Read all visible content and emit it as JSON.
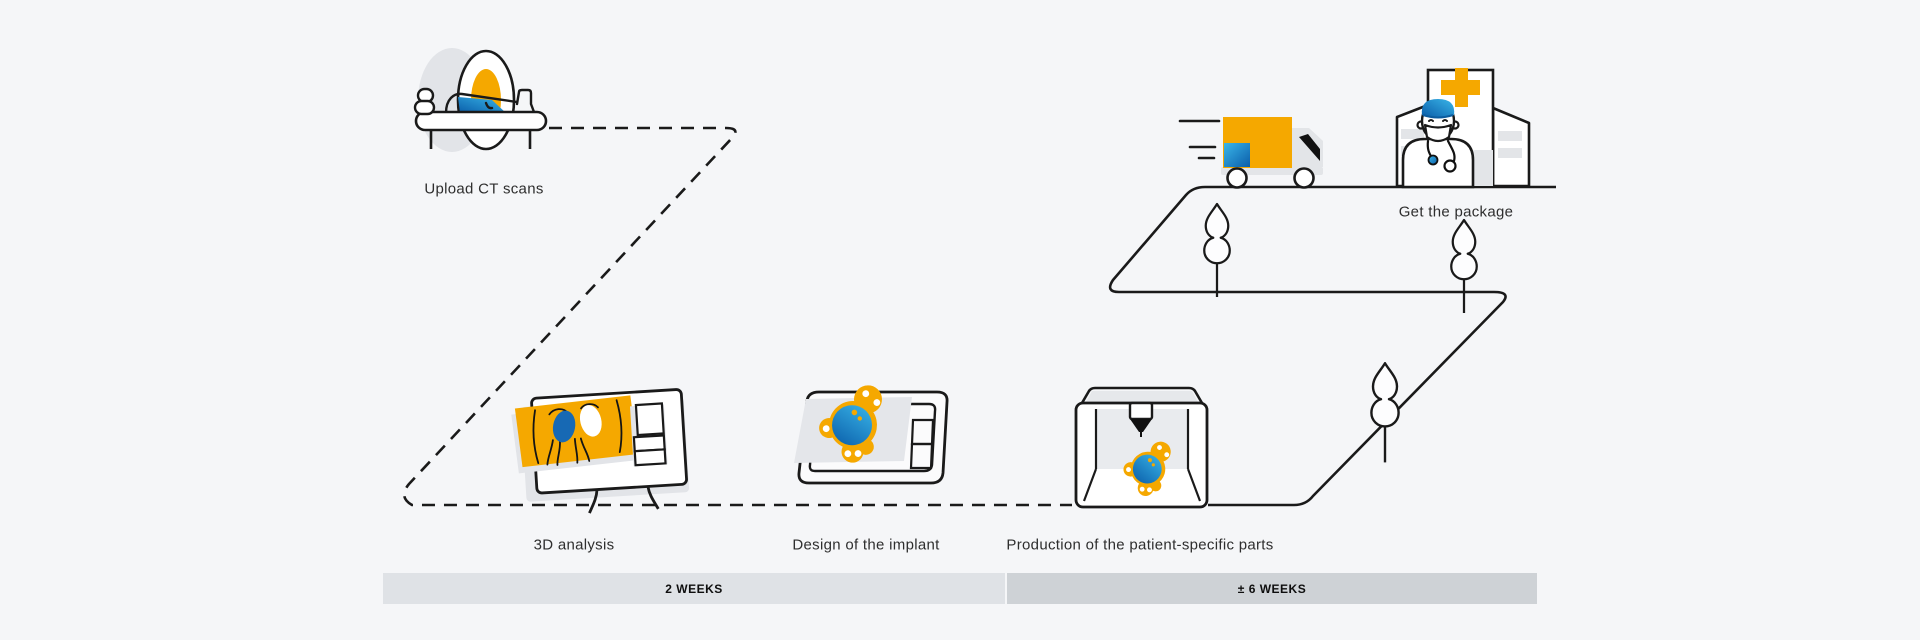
{
  "page": {
    "background": "#F5F6F8"
  },
  "steps": [
    {
      "label": "Upload CT scans",
      "icon": "ct-scanner-icon"
    },
    {
      "label": "3D analysis",
      "icon": "monitor-icon"
    },
    {
      "label": "Design of the implant",
      "icon": "tablet-icon"
    },
    {
      "label": "Production of the patient-specific parts",
      "icon": "3d-printer-icon"
    },
    {
      "label": "Get the package",
      "icon": "truck-and-hospital-icon"
    }
  ],
  "timeline": {
    "phases": [
      {
        "label": "2 WEEKS",
        "color": "#DFE2E6"
      },
      {
        "label": "± 6 WEEKS",
        "color": "#CED2D6"
      }
    ]
  },
  "colors": {
    "background": "#F5F6F8",
    "accent_orange": "#F5A800",
    "accent_blue": "#1769B4",
    "accent_blue_light": "#3AB6E9",
    "accent_blue_dark": "#0A5DA9",
    "line": "#1A1A1A",
    "gray_fill": "#E2E4E8",
    "bar_light": "#DFE2E6",
    "bar_dark": "#CED2D6"
  }
}
